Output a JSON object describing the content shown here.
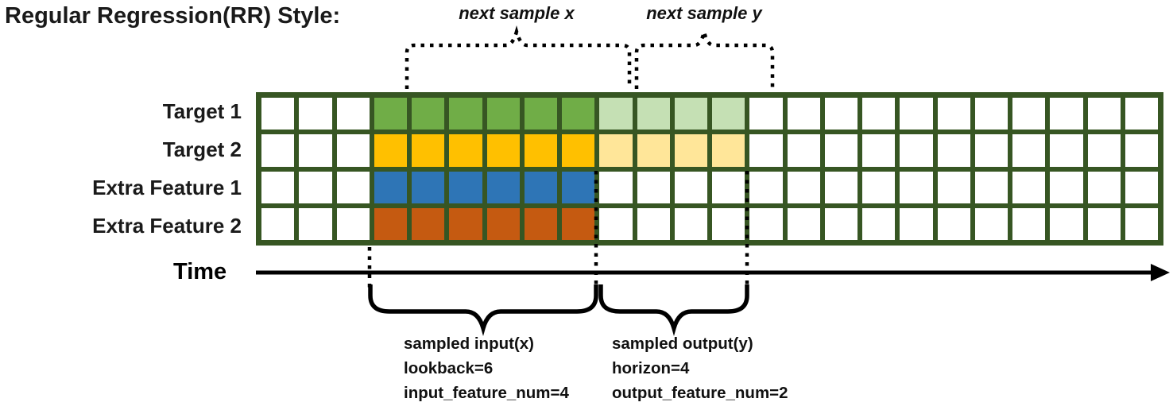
{
  "title": "Regular Regression(RR) Style:",
  "colors": {
    "grid_border": "#375623",
    "input_target1": "#70AD47",
    "input_target2": "#FFC000",
    "input_extra1": "#2E75B6",
    "input_extra2": "#C55A11",
    "output_target1": "#C5E0B4",
    "output_target2": "#FFE699",
    "blank_cell": "#FFFFFF",
    "annotation": "#000000"
  },
  "grid": {
    "total_columns": 24,
    "leading_blank_columns": 3,
    "lookback": 6,
    "horizon": 4,
    "rows": [
      {
        "label": "Target 1",
        "input_color": "#70AD47",
        "output_color": "#C5E0B4",
        "has_output": true
      },
      {
        "label": "Target 2",
        "input_color": "#FFC000",
        "output_color": "#FFE699",
        "has_output": true
      },
      {
        "label": "Extra Feature 1",
        "input_color": "#2E75B6",
        "output_color": "",
        "has_output": false
      },
      {
        "label": "Extra Feature 2",
        "input_color": "#C55A11",
        "output_color": "",
        "has_output": false
      }
    ]
  },
  "annotations": {
    "next_sample_x": "next sample x",
    "next_sample_y": "next sample y",
    "time_label": "Time",
    "input_caption": {
      "line1": "sampled input(x)",
      "line2": "lookback=6",
      "line3": "input_feature_num=4"
    },
    "output_caption": {
      "line1": "sampled output(y)",
      "line2": "horizon=4",
      "line3": "output_feature_num=2"
    }
  }
}
